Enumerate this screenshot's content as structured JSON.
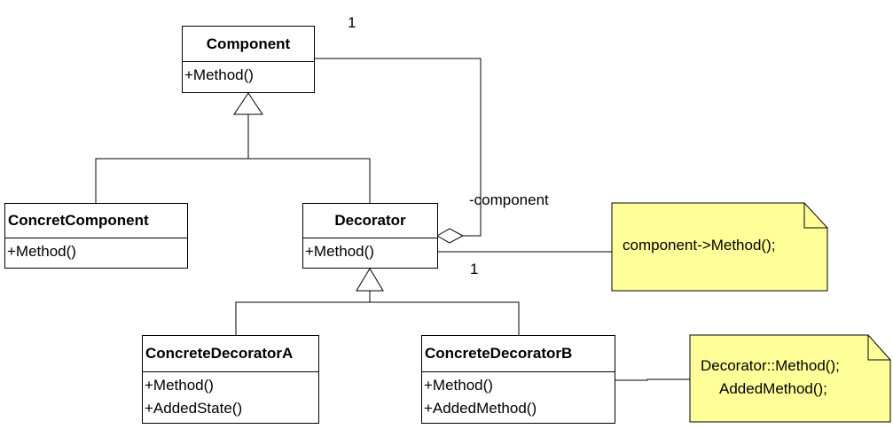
{
  "diagram": {
    "type": "UML class diagram",
    "pattern": "Decorator",
    "colors": {
      "line": "#000000",
      "class_fill": "#ffffff",
      "note_fill": "#ffff99"
    }
  },
  "classes": {
    "component": {
      "name": "Component",
      "ops": [
        "+Method()"
      ]
    },
    "concrete_component": {
      "name": "ConcretComponent",
      "ops": [
        "+Method()"
      ]
    },
    "decorator": {
      "name": "Decorator",
      "ops": [
        "+Method()"
      ]
    },
    "concrete_decorator_a": {
      "name": "ConcreteDecoratorA",
      "ops": [
        "+Method()",
        "+AddedState()"
      ]
    },
    "concrete_decorator_b": {
      "name": "ConcreteDecoratorB",
      "ops": [
        "+Method()",
        "+AddedMethod()"
      ]
    }
  },
  "associations": {
    "aggregation": {
      "role": "-component",
      "multiplicity_component_end": "1",
      "multiplicity_decorator_end": "1"
    }
  },
  "notes": {
    "decorator_note": {
      "lines": [
        "component->Method();"
      ]
    },
    "concrete_b_note": {
      "lines": [
        "Decorator::Method();",
        "AddedMethod();"
      ]
    }
  }
}
